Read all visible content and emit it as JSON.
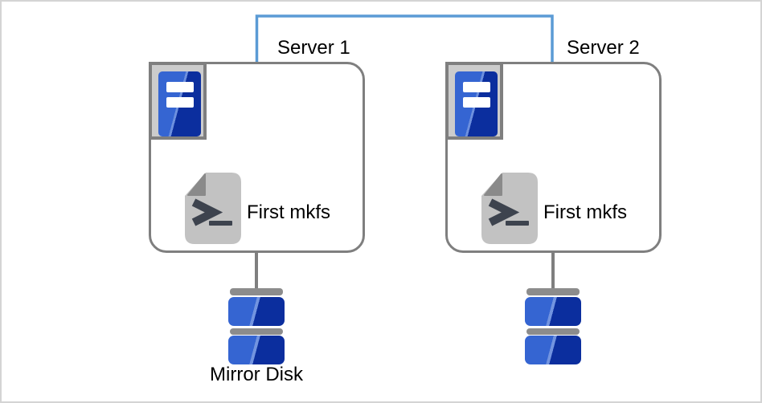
{
  "colors": {
    "connector_blue": "#5b9bd5",
    "node_border": "#7f7f7f",
    "frame_bg": "#cccccc",
    "frame_border": "#7f7f7f",
    "blue_light": "#3565d2",
    "blue_dark": "#0b2e9e",
    "doc_body": "#c2c2c2",
    "doc_fold": "#8a8a8a",
    "disk_bar": "#8c8c8c",
    "line_gray": "#7f7f7f",
    "glyph_dark": "#3d434e",
    "text": "#000000",
    "canvas_border": "#d4d4d4"
  },
  "link": {
    "type": "network-connection",
    "between": [
      "Server 1",
      "Server 2"
    ]
  },
  "nodes": {
    "server1": {
      "label": "Server 1",
      "server_icon": "server-tower-icon",
      "script_icon": "shell-script-icon",
      "script_label": "First mkfs",
      "disk_icon": "disk-stack-icon",
      "disk_label": "Mirror Disk"
    },
    "server2": {
      "label": "Server 2",
      "server_icon": "server-tower-icon",
      "script_icon": "shell-script-icon",
      "script_label": "First mkfs",
      "disk_icon": "disk-stack-icon",
      "disk_label": ""
    }
  },
  "icons": {
    "shell_prompt_glyph": ">_"
  }
}
